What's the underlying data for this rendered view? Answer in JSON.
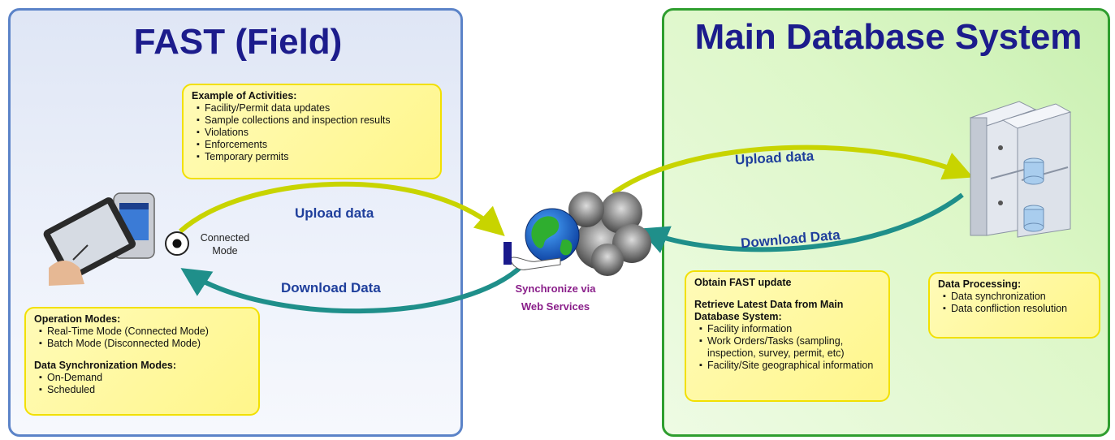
{
  "left_panel": {
    "title": "FAST (Field)",
    "activities": {
      "heading": "Example of Activities:",
      "items": [
        "Facility/Permit data updates",
        "Sample collections and inspection results",
        "Violations",
        "Enforcements",
        "Temporary permits"
      ]
    },
    "connected_label": [
      "Connected",
      "Mode"
    ],
    "modes": {
      "heading1": "Operation Modes:",
      "items1": [
        "Real-Time Mode (Connected Mode)",
        "Batch Mode (Disconnected Mode)"
      ],
      "heading2": "Data Synchronization Modes:",
      "items2": [
        "On-Demand",
        "Scheduled"
      ]
    }
  },
  "right_panel": {
    "title": "Main Database System",
    "fast_update": {
      "heading1": "Obtain FAST update",
      "heading2": [
        "Retrieve Latest Data from Main",
        "Database System:"
      ],
      "items": [
        "Facility information",
        "Work Orders/Tasks (sampling, inspection, survey, permit, etc)",
        "Facility/Site geographical information"
      ]
    },
    "processing": {
      "heading": "Data Processing:",
      "items": [
        "Data synchronization",
        "Data confliction resolution"
      ]
    }
  },
  "arrows": {
    "left_upload": "Upload data",
    "left_download": "Download Data",
    "right_upload": "Upload data",
    "right_download": "Download Data"
  },
  "center": {
    "label": [
      "Synchronize via",
      "Web Services"
    ]
  },
  "colors": {
    "upload_arrow": "#c8d400",
    "download_arrow": "#1f8f8a",
    "title": "#1c1c8c",
    "left_border": "#5b83c8",
    "right_border": "#2f9e2f",
    "note_border": "#f2e000"
  }
}
